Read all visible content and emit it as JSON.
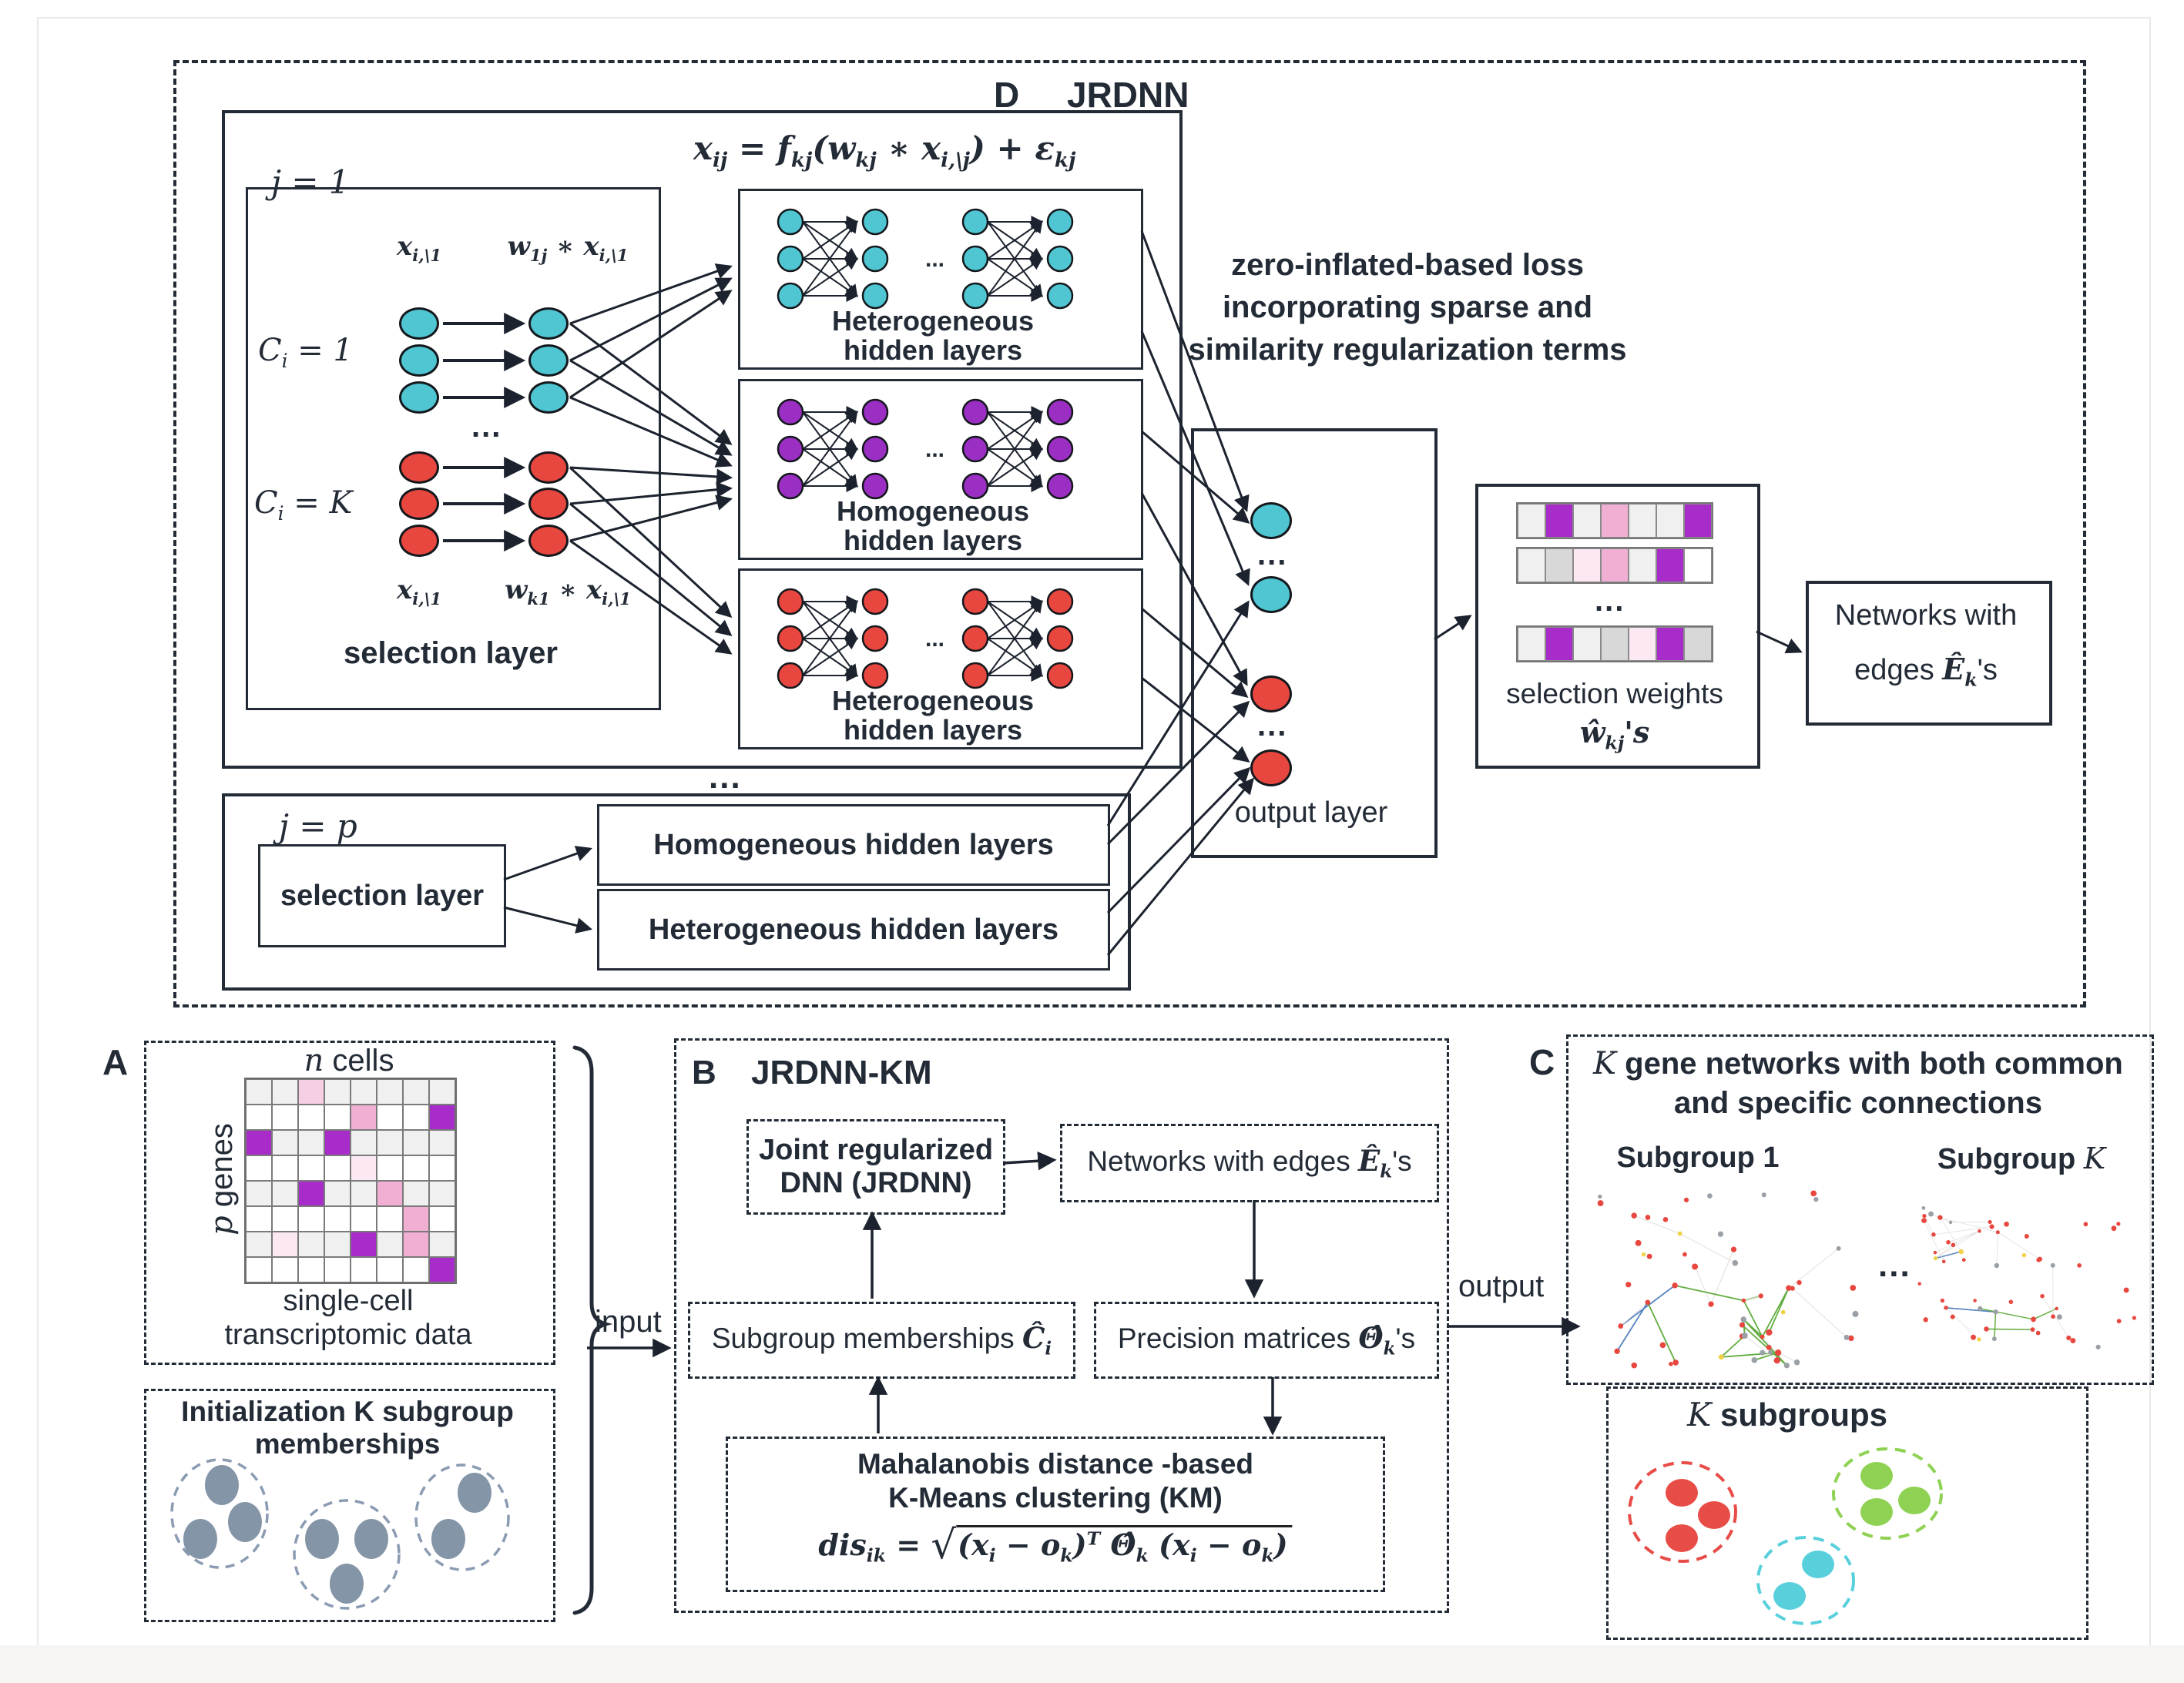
{
  "dots": "...",
  "colors": {
    "cyan": "#4fc6d2",
    "red": "#e8473f",
    "purple": "#9b2fc4",
    "w": "#ffffff",
    "lg": "#f1f0f1",
    "mg": "#d8d8d8",
    "lp": "#f6cfe5",
    "vp": "#fbe8f3",
    "pk": "#f1afd4",
    "pu": "#a82cc9",
    "slate": "#8495a7",
    "slate_line": "#8a9bb2",
    "c_red": "#e84c47",
    "c_green": "#8fd253",
    "c_cyan": "#58d0dc",
    "edge_gray": "#e3e1e0",
    "edge_green": "#63ad41",
    "edge_blue": "#5583c0",
    "node_red": "#e8473f",
    "node_gray": "#9aa0a6",
    "node_yellow": "#f0d24a",
    "ink": "#232b36"
  },
  "panel_d": {
    "label": "D",
    "title": "JRDNN",
    "formula": [
      [
        "p",
        "x"
      ],
      [
        "s",
        "ij"
      ],
      [
        "p",
        " = "
      ],
      [
        "p",
        "f"
      ],
      [
        "s",
        "kj"
      ],
      [
        "p",
        "("
      ],
      [
        "p",
        "w"
      ],
      [
        "s",
        "kj"
      ],
      [
        "p",
        " ∗ "
      ],
      [
        "p",
        "x"
      ],
      [
        "s",
        "i,\\j"
      ],
      [
        "p",
        ") + "
      ],
      [
        "p",
        "ε"
      ],
      [
        "s",
        "kj"
      ]
    ],
    "j1": [
      [
        "p",
        "j"
      ],
      [
        "p",
        " = 1"
      ]
    ],
    "jp": [
      [
        "p",
        "j"
      ],
      [
        "p",
        " = p"
      ]
    ],
    "sel": {
      "top_left": [
        [
          "p",
          "x"
        ],
        [
          "s",
          "i,\\1"
        ]
      ],
      "top_right": [
        [
          "p",
          "w"
        ],
        [
          "s",
          "1j"
        ],
        [
          "p",
          " ∗ "
        ],
        [
          "p",
          "x"
        ],
        [
          "s",
          "i,\\1"
        ]
      ],
      "bottom_left": [
        [
          "p",
          "x"
        ],
        [
          "s",
          "i,\\1"
        ]
      ],
      "bottom_right": [
        [
          "p",
          "w"
        ],
        [
          "s",
          "k1"
        ],
        [
          "p",
          " ∗ "
        ],
        [
          "p",
          "x"
        ],
        [
          "s",
          "i,\\1"
        ]
      ],
      "ci1": [
        [
          "p",
          "C"
        ],
        [
          "s",
          "i"
        ],
        [
          "p",
          " = 1"
        ]
      ],
      "cik": [
        [
          "p",
          "C"
        ],
        [
          "s",
          "i"
        ],
        [
          "p",
          " = K"
        ]
      ],
      "label": "selection layer"
    },
    "hidden1_l1": "Heterogeneous",
    "hidden1_l2": "hidden layers",
    "hidden2_l1": "Homogeneous",
    "hidden2_l2": "hidden layers",
    "hidden3_l1": "Heterogeneous",
    "hidden3_l2": "hidden layers",
    "jp_sel_label": "selection layer",
    "jp_hom": "Homogeneous hidden layers",
    "jp_het": "Heterogeneous hidden layers",
    "loss": [
      "zero-inflated-based loss",
      "incorporating sparse and",
      "similarity regularization terms"
    ],
    "output_label": "output layer",
    "selw": {
      "line1": "selection weights",
      "line2": [
        [
          "p",
          "ŵ"
        ],
        [
          "s",
          "kj"
        ],
        [
          "p",
          "'s"
        ]
      ],
      "rows": [
        [
          "lg",
          "pu",
          "lg",
          "pk",
          "lg",
          "lg",
          "pu"
        ],
        [
          "lg",
          "mg",
          "vp",
          "pk",
          "lg",
          "pu",
          "w"
        ],
        [
          "lg",
          "pu",
          "lg",
          "mg",
          "vp",
          "pu",
          "mg"
        ]
      ]
    },
    "netbox_l1": "Networks with",
    "netbox_l2": [
      [
        "p",
        "edges "
      ],
      [
        "i",
        "Ê"
      ],
      [
        "si",
        "k"
      ],
      [
        "p",
        "'s"
      ]
    ]
  },
  "panel_a": {
    "label": "A",
    "n_cells": [
      [
        "ir",
        "n"
      ],
      [
        "p",
        " cells"
      ]
    ],
    "p_genes": [
      [
        "ir",
        "p"
      ],
      [
        "p",
        " genes"
      ]
    ],
    "matrix": [
      [
        "lg",
        "lg",
        "lp",
        "lg",
        "lg",
        "lg",
        "lg",
        "lg"
      ],
      [
        "w",
        "w",
        "w",
        "w",
        "pk",
        "w",
        "w",
        "pu"
      ],
      [
        "pu",
        "lg",
        "lg",
        "pu",
        "lg",
        "lg",
        "lg",
        "lg"
      ],
      [
        "w",
        "w",
        "w",
        "w",
        "vp",
        "w",
        "w",
        "w"
      ],
      [
        "lg",
        "lg",
        "pu",
        "lg",
        "lg",
        "pk",
        "lg",
        "lg"
      ],
      [
        "w",
        "w",
        "w",
        "w",
        "w",
        "w",
        "pk",
        "w"
      ],
      [
        "lg",
        "vp",
        "lg",
        "lg",
        "pu",
        "lg",
        "pk",
        "lg"
      ],
      [
        "w",
        "w",
        "w",
        "w",
        "w",
        "w",
        "w",
        "pu"
      ]
    ],
    "caption1": "single-cell",
    "caption2": "transcriptomic data",
    "init_title1": "Initialization K subgroup",
    "init_title2": "memberships"
  },
  "input_label": "input",
  "output_arrow_label": "output",
  "panel_b": {
    "label": "B",
    "title": "JRDNN-KM",
    "jrdnn_l1": "Joint regularized",
    "jrdnn_l2": "DNN (JRDNN)",
    "networks": [
      [
        "p",
        "Networks with edges "
      ],
      [
        "i",
        "Ê"
      ],
      [
        "si",
        "k"
      ],
      [
        "p",
        "'s"
      ]
    ],
    "subgroup": [
      [
        "p",
        "Subgroup memberships "
      ],
      [
        "i",
        "Ĉ"
      ],
      [
        "si",
        "i"
      ]
    ],
    "precision": [
      [
        "p",
        "Precision matrices "
      ],
      [
        "i",
        "Θ̂"
      ],
      [
        "si",
        "k"
      ],
      [
        "p",
        "'s"
      ]
    ],
    "km_l1": "Mahalanobis  distance -based",
    "km_l2": "K-Means  clustering  (KM)",
    "km_pre": [
      [
        "p",
        "dis"
      ],
      [
        "s",
        "ik"
      ],
      [
        "p",
        " = "
      ]
    ],
    "km_sqrt": "√",
    "km_rad": [
      [
        "p",
        "("
      ],
      [
        "p",
        "x"
      ],
      [
        "s",
        "i"
      ],
      [
        "p",
        " − "
      ],
      [
        "p",
        "o"
      ],
      [
        "s",
        "k"
      ],
      [
        "p",
        ")"
      ],
      [
        "up",
        "T"
      ],
      [
        "p",
        " Θ̂"
      ],
      [
        "s",
        "k"
      ],
      [
        "p",
        " ("
      ],
      [
        "p",
        "x"
      ],
      [
        "s",
        "i"
      ],
      [
        "p",
        " − "
      ],
      [
        "p",
        "o"
      ],
      [
        "s",
        "k"
      ],
      [
        "p",
        ")"
      ]
    ]
  },
  "panel_c": {
    "label": "C",
    "title1": [
      [
        "ir",
        "K"
      ],
      [
        "p",
        " gene networks  with  both  common"
      ]
    ],
    "title2": "and  specific  connections",
    "sub1": "Subgroup 1",
    "subk": [
      [
        "p",
        "Subgroup "
      ],
      [
        "ir",
        "K"
      ]
    ],
    "k_subgroups": [
      [
        "ir",
        "K"
      ],
      [
        "p",
        " subgroups"
      ]
    ]
  }
}
